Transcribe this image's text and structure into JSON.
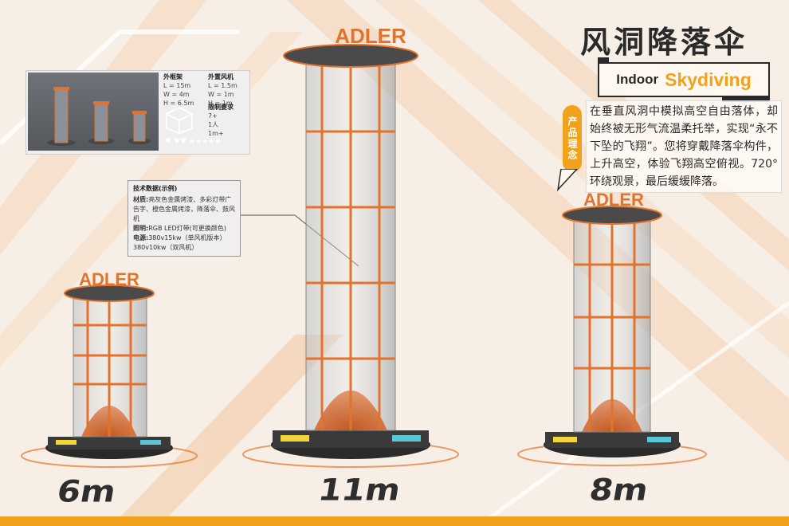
{
  "title": "风洞降落伞",
  "subtitle": {
    "prefix": "Indoor",
    "main": "Skydiving"
  },
  "concept": {
    "badge": "产品理念",
    "text": "在垂直风洞中模拟高空自由落体，却始终被无形气流温柔托举，实现“永不下坠的飞翔”。您将穿戴降落伞构件，上升高空，体验飞翔高空俯视。720°环绕观景，最后缓缓降落。"
  },
  "brand": "ADLER",
  "specs": {
    "outer_frame": {
      "title": "外框架",
      "lines": [
        "L = 15m",
        "W = 4m",
        "H = 6.5m"
      ]
    },
    "outer_fan": {
      "title": "外置风机",
      "lines": [
        "L = 1.5m",
        "W = 1m",
        "H = 1m"
      ]
    },
    "limits": {
      "title": "限制要求",
      "lines": [
        "7+",
        "1人",
        "1m+"
      ]
    }
  },
  "tech": {
    "title": "技术数据(示例)",
    "material_label": "材质:",
    "material": "亮灰色金属烤漆、多彩灯带广告字、橙色金属烤漆，降落伞、鼓风机",
    "lighting_label": "照明:",
    "lighting": "RGB LED灯带(可更换颜色)",
    "power_label": "电源:",
    "power": "380v15kw（单风机版本）",
    "power2": "380v10kw（双风机）"
  },
  "towers": [
    {
      "height_label": "6m"
    },
    {
      "height_label": "11m"
    },
    {
      "height_label": "8m"
    }
  ],
  "colors": {
    "accent": "#f1a21c",
    "orange": "#e2732c",
    "dark": "#2a2a2a",
    "cyan": "#5bc7d6",
    "yellow": "#f3d53a"
  }
}
